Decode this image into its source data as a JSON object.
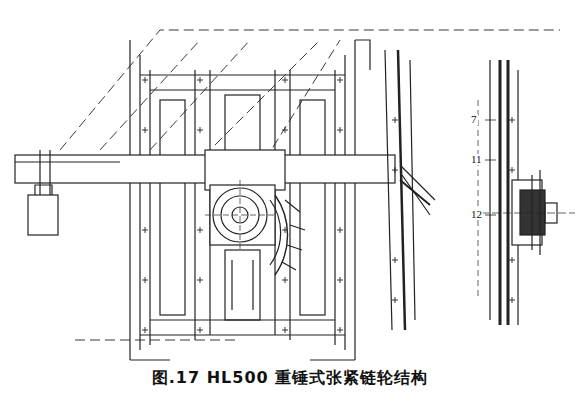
{
  "diagram": {
    "caption": "图.17  HL500 重锤式张紧链轮结构",
    "labels": [
      "7",
      "11",
      "12"
    ]
  }
}
